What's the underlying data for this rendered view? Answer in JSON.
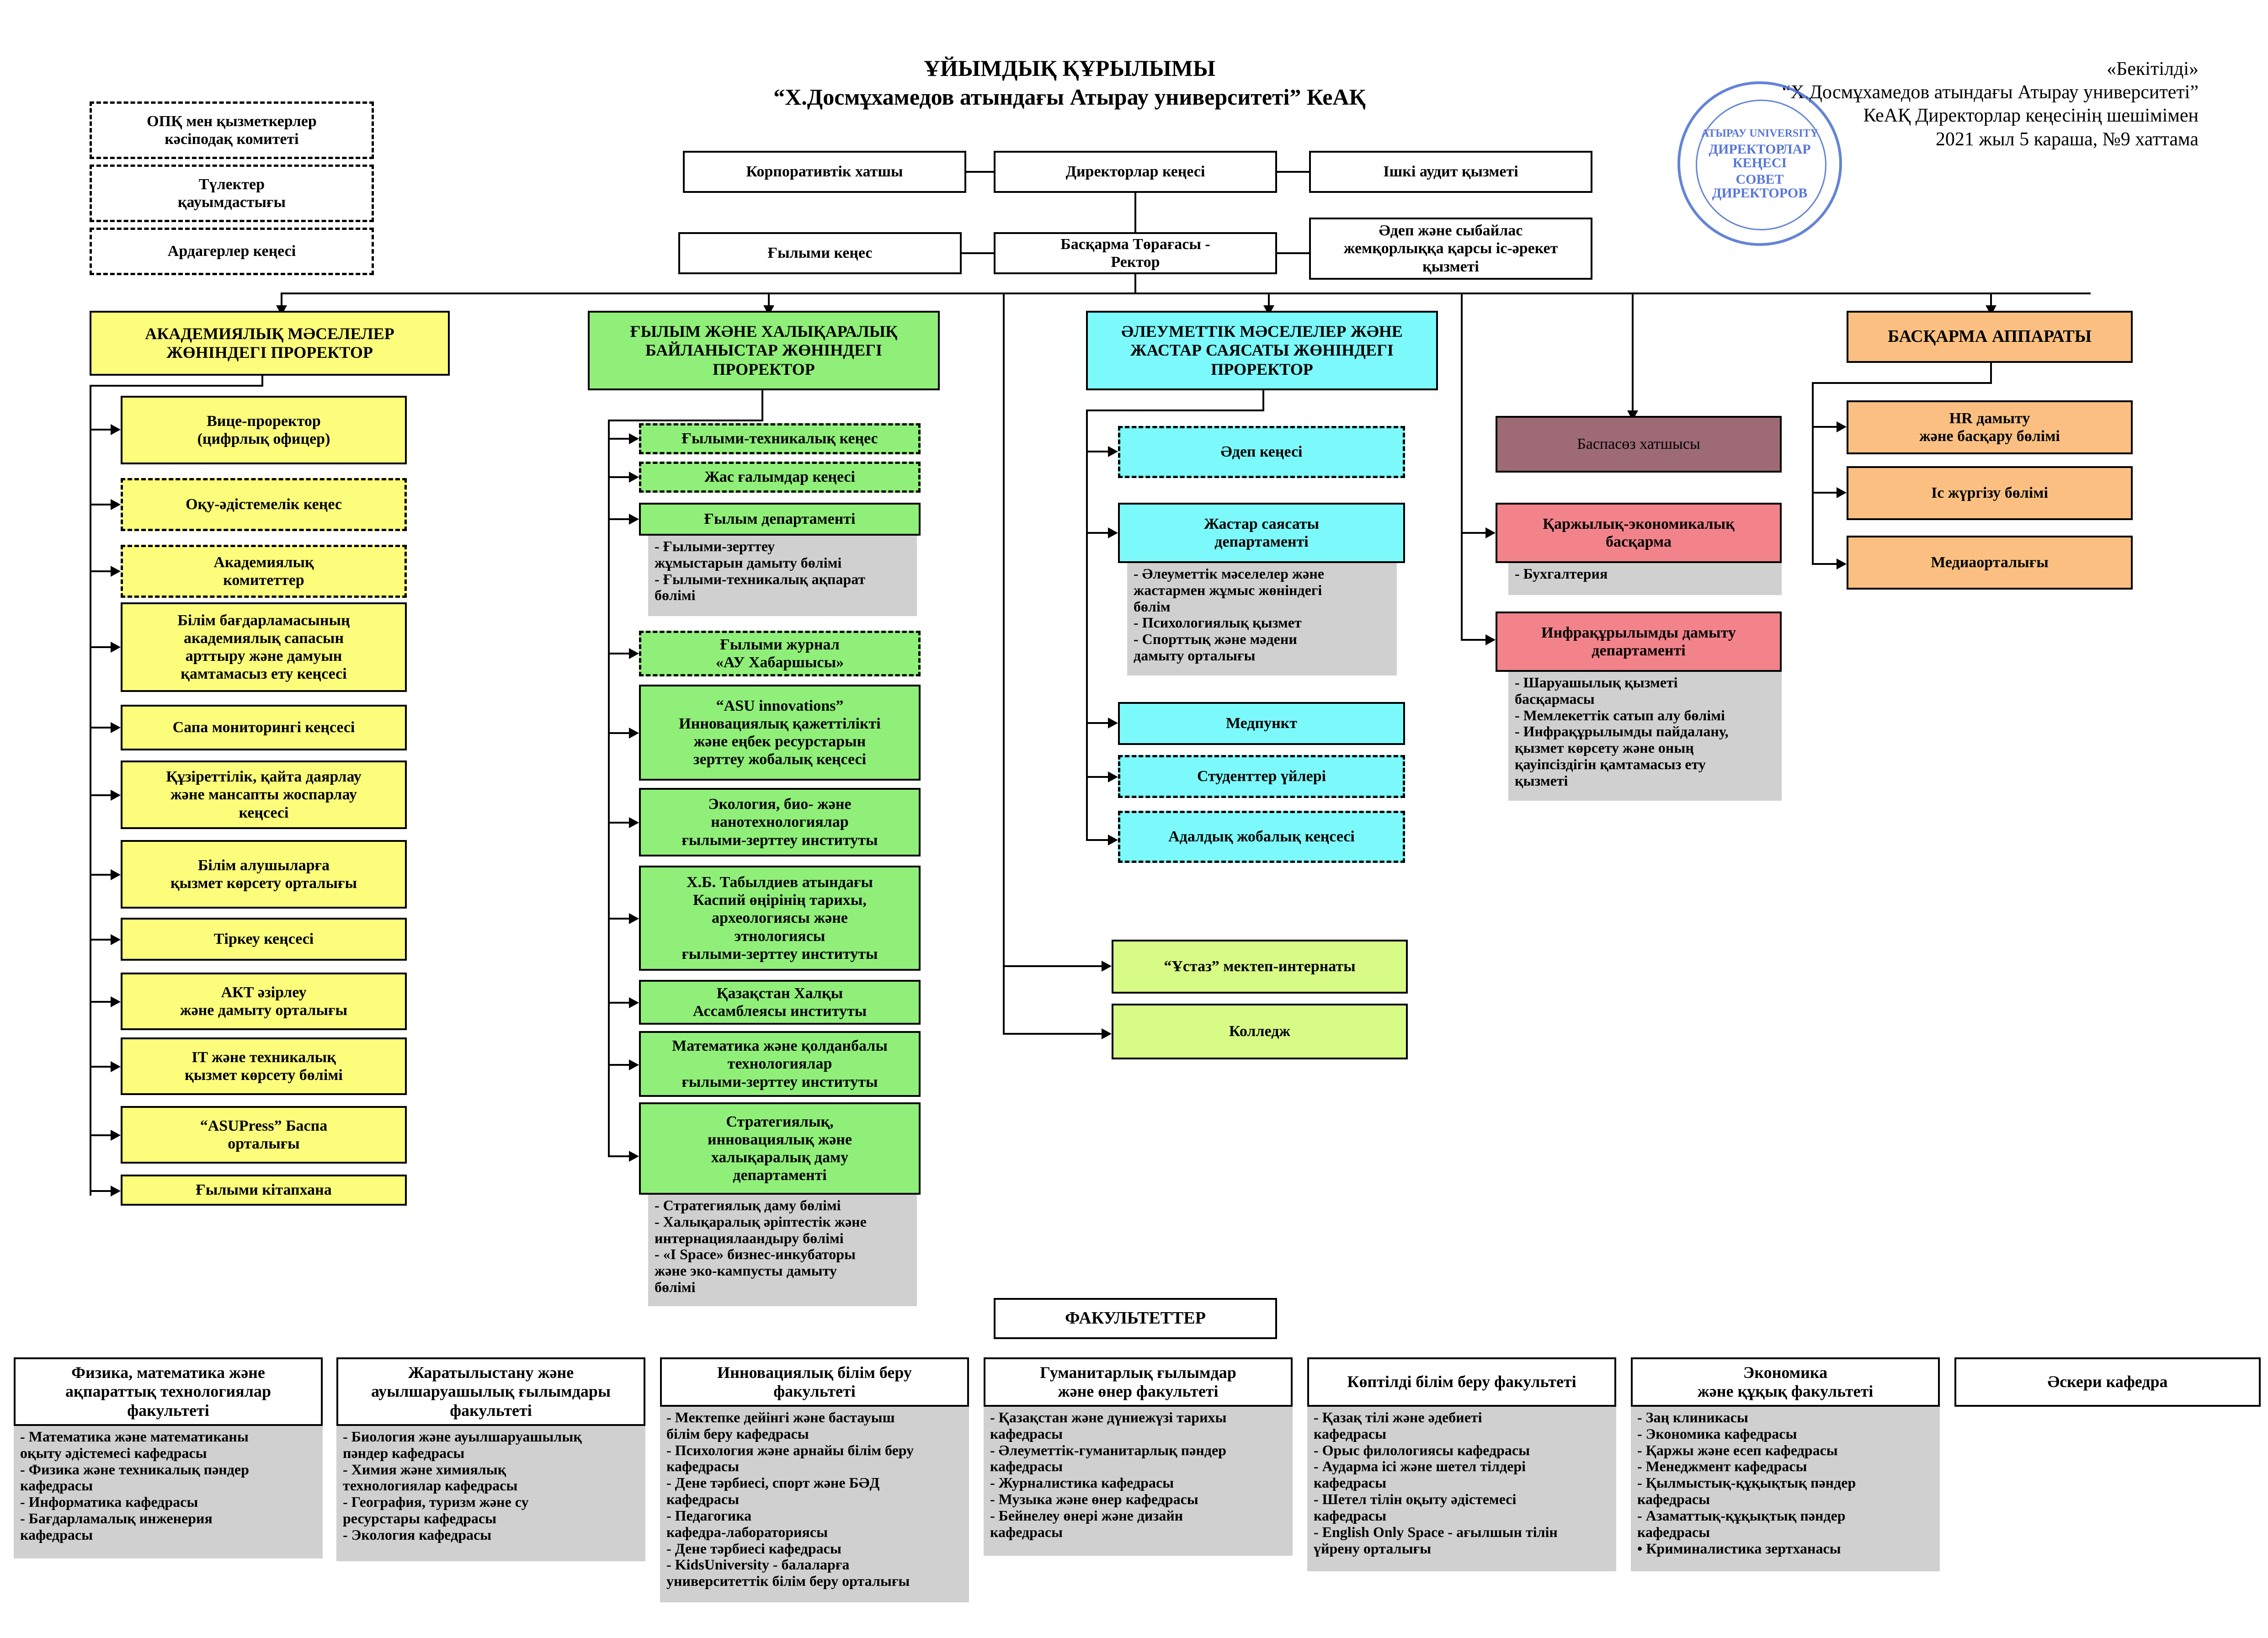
{
  "header": {
    "title": "ҰЙЫМДЫҚ ҚҰРЫЛЫМЫ\n“Х.Досмұхамедов атындағы Атырау университеті” КеАҚ",
    "approval": "«Бекітілді»\n“Х.Досмұхамедов атындағы Атырау университеті”\nКеАҚ Директорлар кеңесінің шешімімен\n2021 жыл 5 караша, №9 хаттама"
  },
  "stamp": {
    "top_text": "АТЫРАУ UNIVERSITY",
    "middle_text": "ДИРЕКТОРЛАР\nКЕҢЕСІ",
    "bottom_text": "СОВЕТ\nДИРЕКТОРОВ",
    "color": "#3b5fcf"
  },
  "left_committees": [
    "ОПҚ мен қызметкерлер\nкәсіподақ комитеті",
    "Түлектер\nқауымдастығы",
    "Ардагерлер  кеңесі"
  ],
  "top": {
    "corporate_secretary": "Корпоративтік хатшы",
    "board_of_directors": "Директорлар кеңесі",
    "internal_audit": "Ішкі аудит қызметі",
    "scientific_council": "Ғылыми кеңес",
    "chairman": "Басқарма Төрағасы -\nРектор",
    "ethics_service": "Әдеп және сыбайлас\nжемқорлыққа қарсы іс-әрекет\nқызметі"
  },
  "academic": {
    "head": "АКАДЕМИЯЛЫҚ МӘСЕЛЕЛЕР\nЖӨНІНДЕГІ ПРОРЕКТОР",
    "items": [
      "Вице-проректор\n(цифрлық офицер)",
      "Оқу-әдістемелік кеңес",
      "Академиялық\nкомитеттер",
      "Білім бағдарламасының\nакадемиялық сапасын\nарттыру және дамуын\nқамтамасыз ету кеңсесі",
      "Сапа мониторингі кеңсесі",
      "Құзіреттілік, қайта даярлау\nжәне мансапты жоспарлау\nкеңсесі",
      "Білім алушыларға\nқызмет көрсету орталығы",
      "Тіркеу кеңсесі",
      "АКТ әзірлеу\nжәне дамыту орталығы",
      "IT және техникалық\nқызмет көрсету бөлімі",
      "“ASUPress” Баспа\nорталығы",
      "Ғылыми кітапхана"
    ]
  },
  "science": {
    "head": "ҒЫЛЫМ ЖӘНЕ ХАЛЫҚАРАЛЫҚ\nБАЙЛАНЫСТАР ЖӨНІНДЕГІ\nПРОРЕКТОР",
    "items": [
      "Ғылыми-техникалық кеңес",
      "Жас ғалымдар кеңесі",
      "Ғылым департаменті",
      "Ғылыми журнал\n«АУ Хабаршысы»",
      "“ASU innovations”\nИнновациялық қажеттілікті\nжәне еңбек ресурстарын\nзерттеу жобалық кеңсесі",
      "Экология, био- және\nнанотехнологиялар\nғылыми-зерттеу институты",
      "Х.Б. Табылдиев атындағы\nКаспий өңірінің тарихы,\nархеологиясы және\nэтнологиясы\nғылыми-зерттеу институты",
      "Қазақстан Халқы\nАссамблеясы институты",
      "Математика және қолданбалы\nтехнологиялар\nғылыми-зерттеу институты",
      "Стратегиялық,\nинновациялық және\nхалықаралық даму\nдепартаменті"
    ],
    "science_dept_sub": "- Ғылыми-зерттеу\nжұмыстарын дамыту бөлімі\n- Ғылыми-техникалық ақпарат\nбөлімі",
    "strategy_sub": "- Стратегиялық даму бөлімі\n- Халықаралық әріптестік және\nинтернациялаандыру бөлімі\n- «I Space» бизнес-инкубаторы\nжәне эко-кампусты дамыту\nбөлімі"
  },
  "social": {
    "head": "ӘЛЕУМЕТТІК МӘСЕЛЕЛЕР ЖӘНЕ\nЖАСТАР САЯСАТЫ ЖӨНІНДЕГІ\nПРОРЕКТОР",
    "items": [
      "Әдеп кеңесі",
      "Жастар саясаты\nдепартаменті",
      "Медпункт",
      "Студенттер үйлері",
      "Адалдық жобалық кеңсесі"
    ],
    "youth_sub": "- Әлеуметтік мәселелер және\nжастармен жұмыс жөніндегі\nбөлім\n- Психологиялық қызмет\n- Спорттық және мәдени\nдамыту орталығы"
  },
  "direct": {
    "school": "“Ұстаз” мектеп-интернаты",
    "college": "Колледж",
    "press_secretary": "Баспасөз хатшысы",
    "finance": "Қаржылық-экономикалық\nбасқарма",
    "finance_sub": "- Бухгалтерия",
    "infra": "Инфрақұрылымды дамыту\nдепартаменті",
    "infra_sub": "- Шаруашылық қызметі\nбасқармасы\n- Мемлекеттік сатып алу бөлімі\n- Инфрақұрылымды пайдалану,\nқызмет көрсету және оның\nқауіпсіздігін қамтамасыз ету\nқызметі"
  },
  "apparatus": {
    "head": "БАСҚАРМА АППАРАТЫ",
    "items": [
      "HR дамыту\nжәне басқару бөлімі",
      "Іс жүргізу бөлімі",
      "Медиаорталығы"
    ]
  },
  "faculties": {
    "head": "ФАКУЛЬТЕТТЕР",
    "list": [
      {
        "name": "Физика, математика және\nақпараттық технологиялар\nфакультеті",
        "departments": "- Математика және математиканы\nоқыту әдістемесі кафедрасы\n- Физика және техникалық пәндер\nкафедрасы\n- Информатика кафедрасы\n- Бағдарламалық инженерия\nкафедрасы"
      },
      {
        "name": "Жаратылыстану және\nауылшаруашылық ғылымдары\nфакультеті",
        "departments": "- Биология және ауылшаруашылық\nпәндер кафедрасы\n- Химия және химиялық\nтехнологиялар кафедрасы\n- География, туризм және су\nресурстары кафедрасы\n- Экология кафедрасы"
      },
      {
        "name": "Инновациялық білім беру\nфакультеті",
        "departments": "- Мектепке дейінгі және бастауыш\nбілім беру кафедрасы\n- Психология және арнайы білім беру\nкафедрасы\n- Дене тәрбиесі, спорт және БӘД\nкафедрасы\n- Педагогика\nкафедра-лабораториясы\n- Дене тәрбиесі кафедрасы\n- KidsUniversity - балаларға\nуниверситеттік білім беру орталығы"
      },
      {
        "name": "Гуманитарлық ғылымдар\nжәне өнер факультеті",
        "departments": "- Қазақстан және дүниежүзі тарихы\nкафедрасы\n- Әлеуметтік-гуманитарлық пәндер\nкафедрасы\n- Журналистика кафедрасы\n- Музыка және өнер кафедрасы\n- Бейнелеу өнері және дизайн\nкафедрасы"
      },
      {
        "name": "Көптілді білім беру факультеті",
        "departments": "- Қазақ тілі және әдебиеті\nкафедрасы\n- Орыс филологиясы кафедрасы\n- Аударма ісі және шетел тілдері\nкафедрасы\n- Шетел тілін оқыту әдістемесі\nкафедрасы\n- English Only Space - ағылшын тілін\nүйрену орталығы"
      },
      {
        "name": "Экономика\nжәне құқық факультеті",
        "departments": "- Заң клиникасы\n- Экономика кафедрасы\n- Қаржы және есеп кафедрасы\n- Менеджмент кафедрасы\n- Қылмыстық-құқықтық пәндер\nкафедрасы\n- Азаматтық-құқықтық пәндер\nкафедрасы\n      • Криминалистика зертханасы"
      },
      {
        "name": "Әскери кафедра",
        "departments": ""
      }
    ]
  },
  "colors": {
    "yellow": "#fdfd7c",
    "green": "#90ef79",
    "cyan": "#7cf9fb",
    "lime": "#d8fb86",
    "orange": "#fbc081",
    "maroon": "#9d6a76",
    "red": "#f2838a",
    "gray": "#d0d0d0"
  }
}
